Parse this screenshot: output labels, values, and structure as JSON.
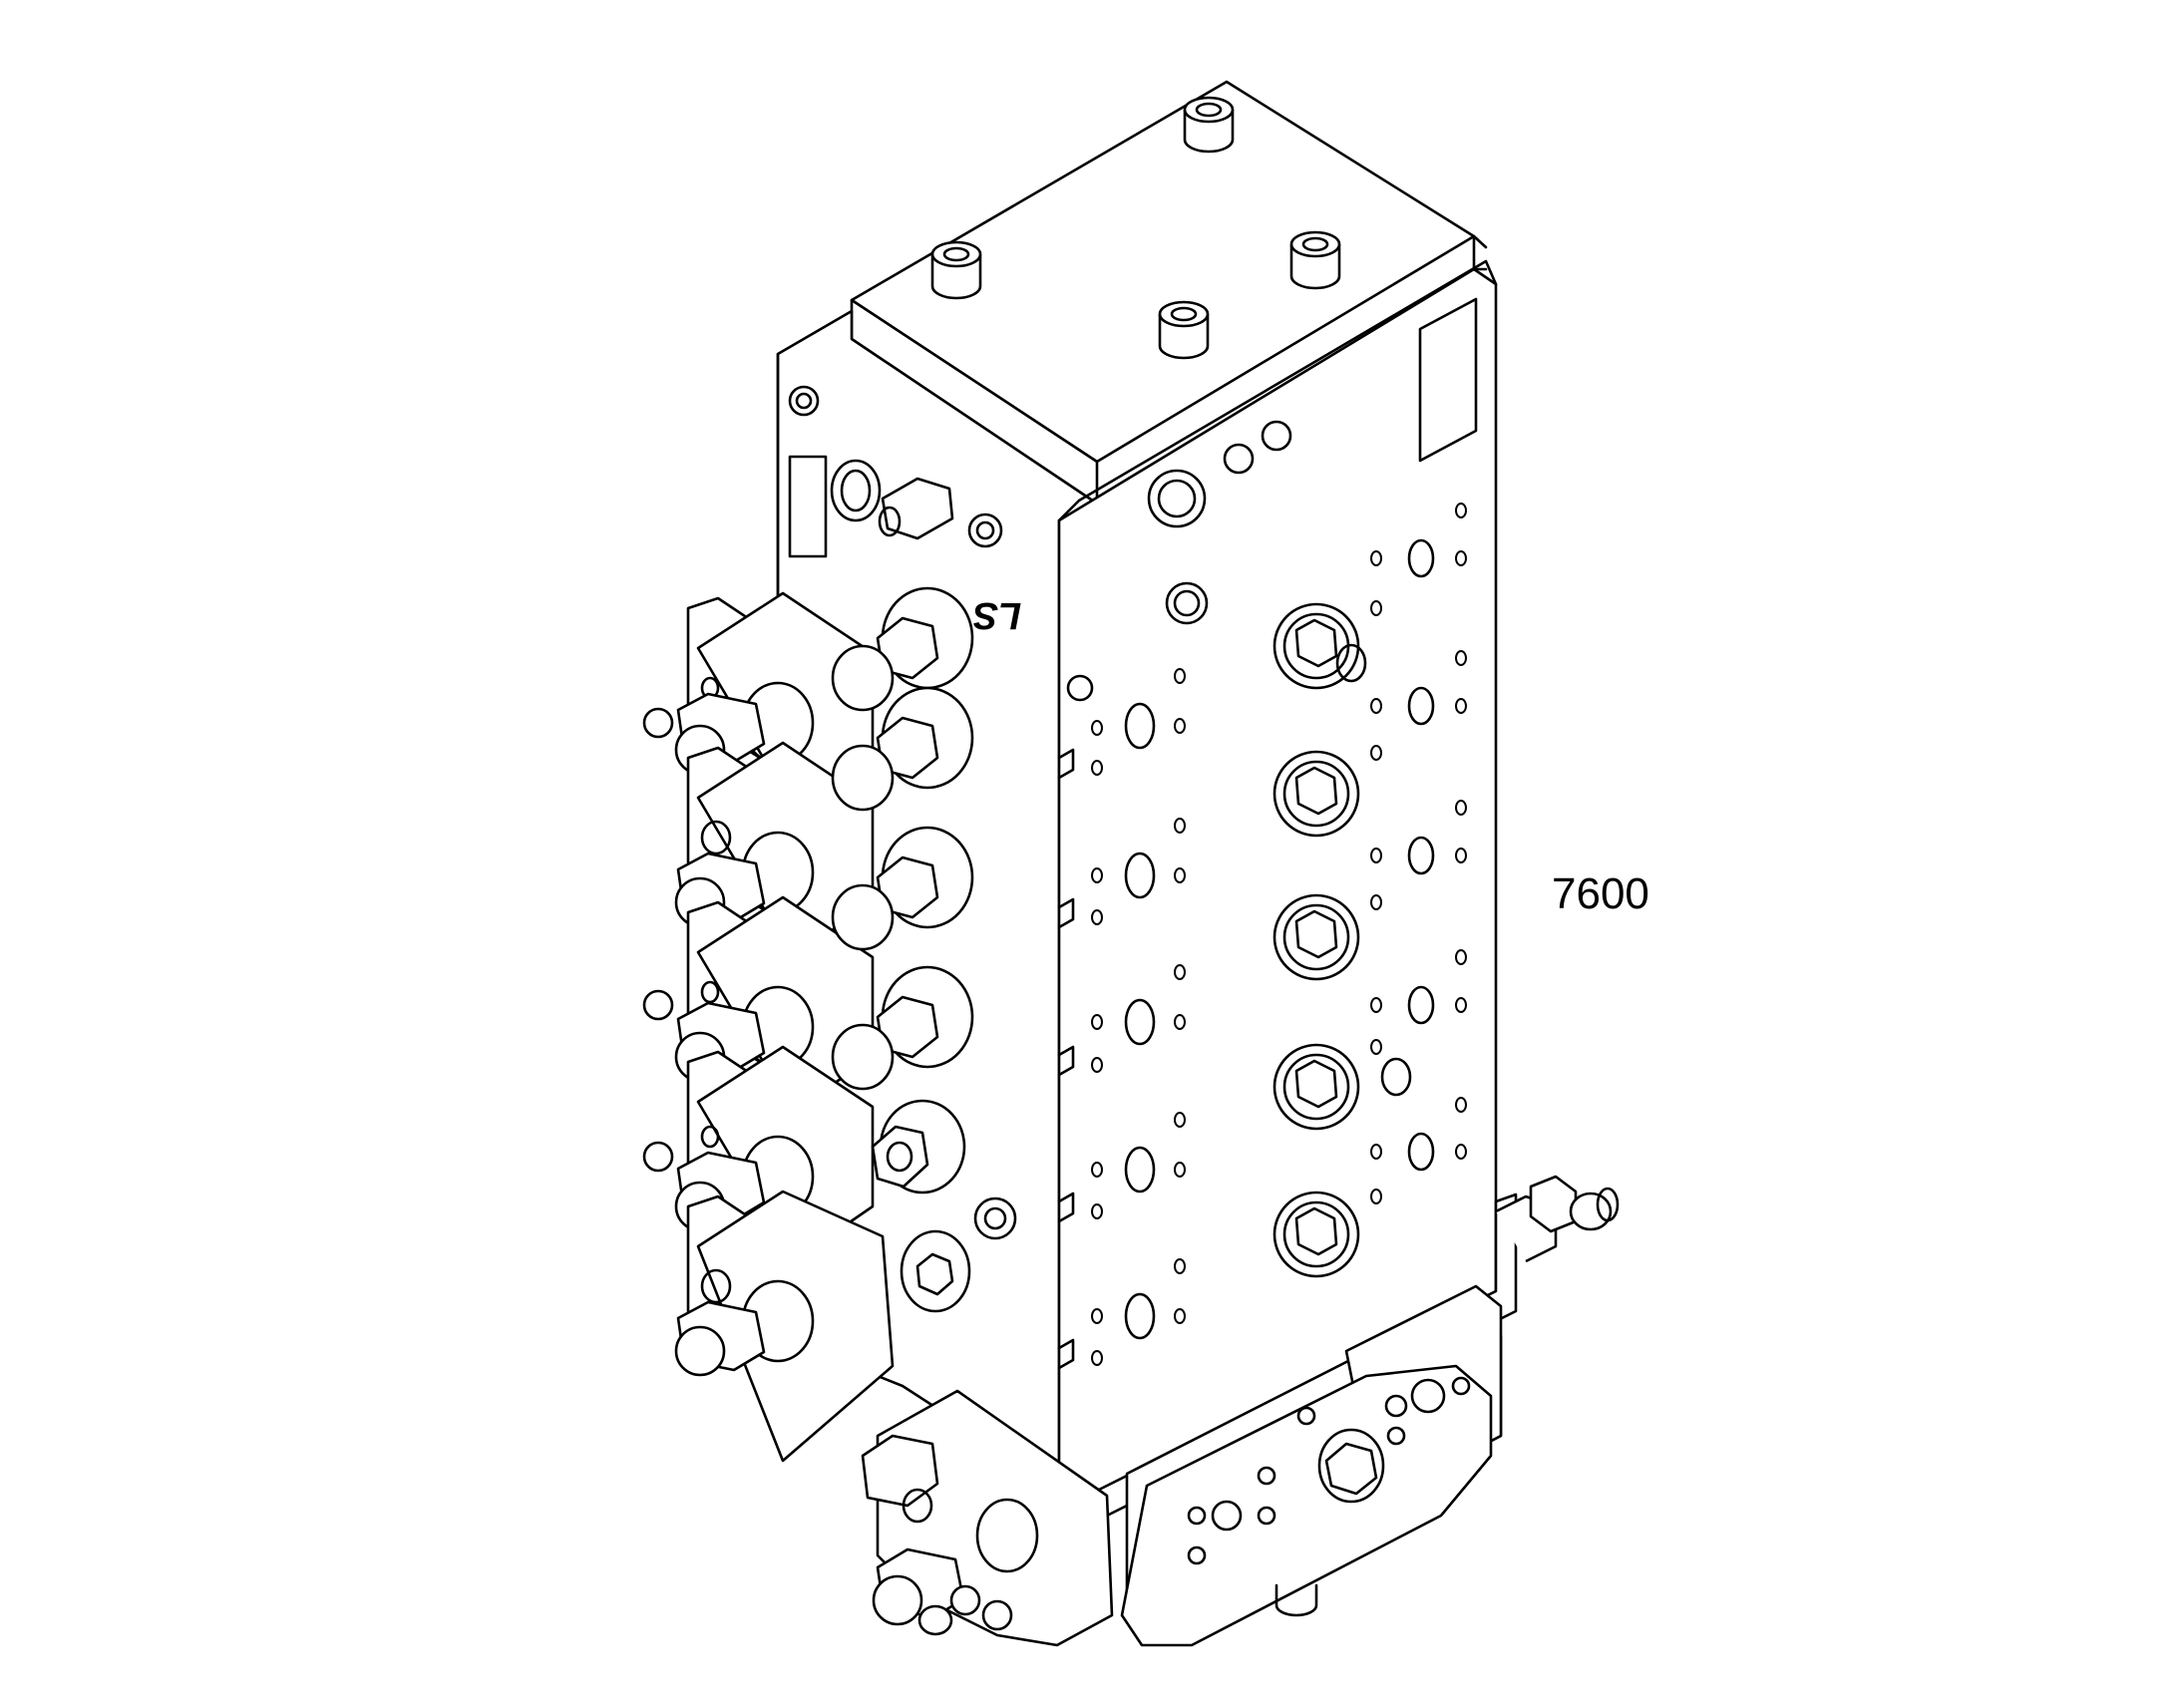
{
  "figure": {
    "reference_number": "7600",
    "port_marking": "LS"
  },
  "components": {
    "top_cap_screws": [
      "cap-screw",
      "cap-screw",
      "cap-screw",
      "cap-screw"
    ],
    "front_plugs": [
      "hex-plug",
      "hex-plug",
      "hex-plug",
      "hex-plug",
      "hex-plug"
    ],
    "side_spool_sections": 5,
    "side_hose_fittings": [
      "fitting",
      "fitting",
      "fitting",
      "fitting",
      "nut-fitting"
    ]
  }
}
